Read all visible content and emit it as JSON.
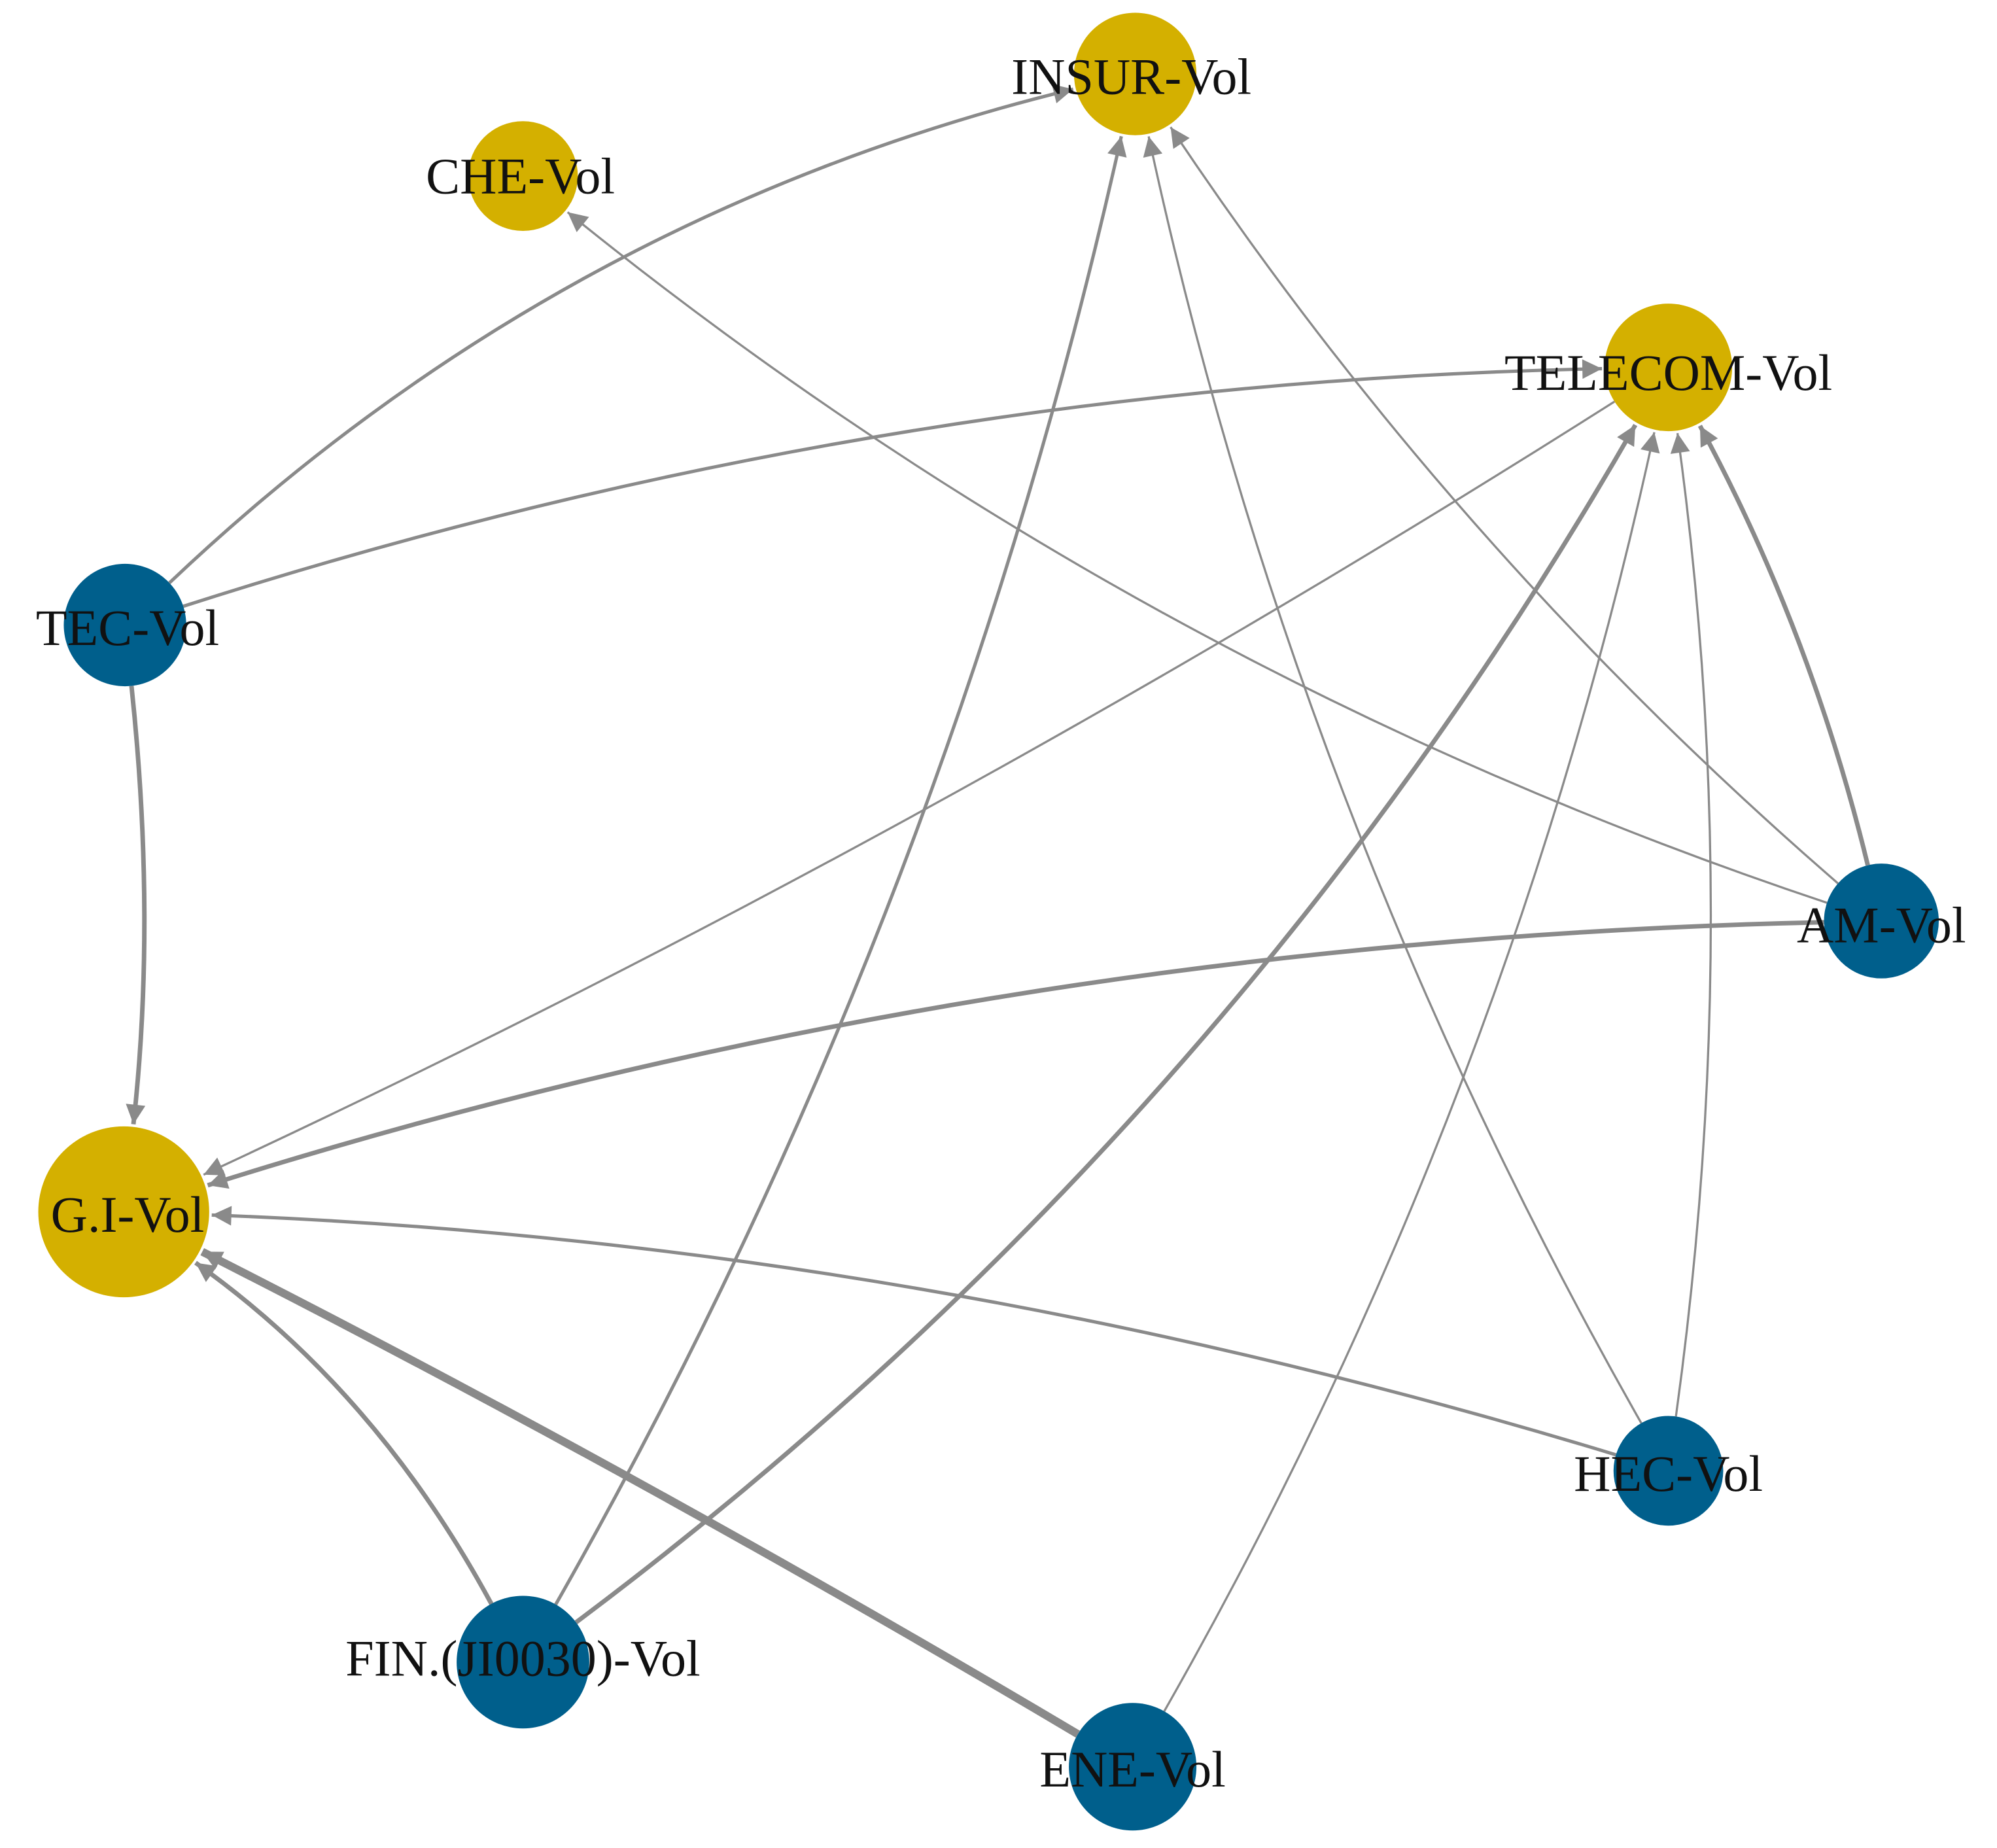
{
  "colors": {
    "source_node": "#005f8c",
    "sink_node": "#d4b000",
    "edge": "#8a8a8a",
    "label": "#111111"
  },
  "nodes": [
    {
      "id": "insur",
      "label": "INSUR-Vol",
      "type": "sink"
    },
    {
      "id": "che",
      "label": "CHE-Vol",
      "type": "sink"
    },
    {
      "id": "telecom",
      "label": "TELECOM-Vol",
      "type": "sink"
    },
    {
      "id": "tec",
      "label": "TEC-Vol",
      "type": "source"
    },
    {
      "id": "am",
      "label": "AM-Vol",
      "type": "source"
    },
    {
      "id": "gi",
      "label": "G.I-Vol",
      "type": "sink"
    },
    {
      "id": "hec",
      "label": "HEC-Vol",
      "type": "source"
    },
    {
      "id": "fin",
      "label": "FIN.(JI0030)-Vol",
      "type": "source"
    },
    {
      "id": "ene",
      "label": "ENE-Vol",
      "type": "source"
    }
  ],
  "edges": [
    {
      "from": "tec",
      "to": "insur",
      "weight": 2
    },
    {
      "from": "tec",
      "to": "telecom",
      "weight": 2
    },
    {
      "from": "tec",
      "to": "gi",
      "weight": 3
    },
    {
      "from": "am",
      "to": "che",
      "weight": 1
    },
    {
      "from": "am",
      "to": "insur",
      "weight": 1
    },
    {
      "from": "am",
      "to": "telecom",
      "weight": 3
    },
    {
      "from": "am",
      "to": "gi",
      "weight": 3
    },
    {
      "from": "fin",
      "to": "insur",
      "weight": 2
    },
    {
      "from": "fin",
      "to": "telecom",
      "weight": 3
    },
    {
      "from": "fin",
      "to": "gi",
      "weight": 3
    },
    {
      "from": "hec",
      "to": "insur",
      "weight": 1
    },
    {
      "from": "hec",
      "to": "telecom",
      "weight": 1
    },
    {
      "from": "hec",
      "to": "gi",
      "weight": 2
    },
    {
      "from": "ene",
      "to": "telecom",
      "weight": 1
    },
    {
      "from": "ene",
      "to": "gi",
      "weight": 6
    },
    {
      "from": "telecom",
      "to": "gi",
      "weight": 1
    }
  ]
}
